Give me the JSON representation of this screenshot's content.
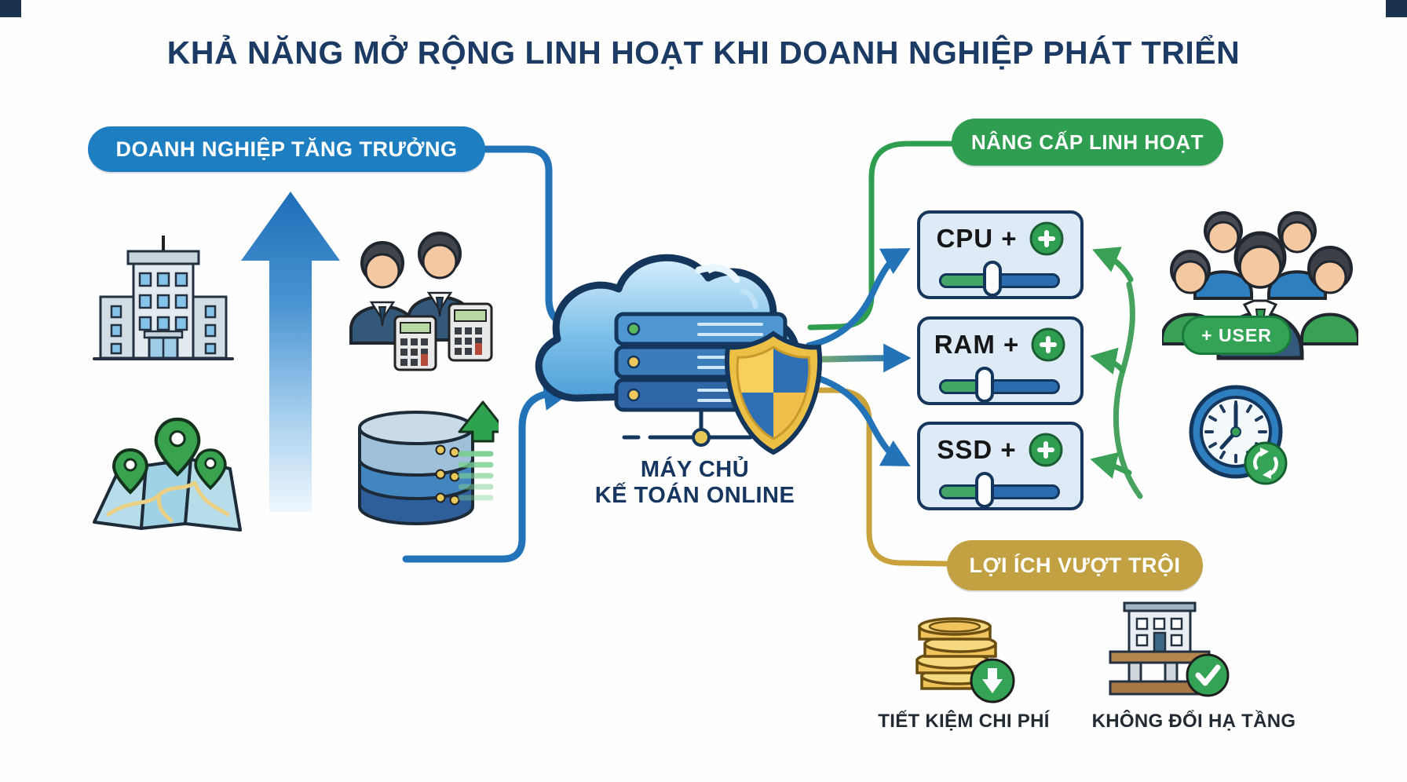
{
  "title": "KHẢ NĂNG MỞ RỘNG LINH HOẠT KHI DOANH NGHIỆP PHÁT TRIỂN",
  "badges": {
    "growth": "DOANH NGHIỆP TĂNG TRƯỞNG",
    "upgrade": "NÂNG CẤP LINH HOẠT",
    "benefits": "LỢI ÍCH VƯỢT TRỘI"
  },
  "server_label": {
    "line1": "MÁY CHỦ",
    "line2": "KẾ TOÁN ONLINE"
  },
  "resources": [
    {
      "label": "CPU +",
      "slider_position": "44%"
    },
    {
      "label": "RAM +",
      "slider_position": "37%"
    },
    {
      "label": "SSD +",
      "slider_position": "37%"
    }
  ],
  "user_badge": "+ USER",
  "benefits": [
    {
      "label": "TIẾT KIỆM CHI PHÍ"
    },
    {
      "label": "KHÔNG ĐỔI HẠ TẦNG"
    }
  ],
  "icons": {
    "left": [
      "office-building-icon",
      "growth-arrow-icon",
      "accountants-calculators-icon",
      "map-pins-icon",
      "database-growth-icon"
    ],
    "center": "cloud-server-shield-icon",
    "right": [
      "team-users-icon",
      "add-user-badge",
      "clock-refresh-icon",
      "plus-circle-icon"
    ],
    "bottom": [
      "coins-savings-icon",
      "building-foundation-check-icon"
    ]
  },
  "colors": {
    "title_navy": "#1b3a64",
    "badge_blue": "#1d7ec2",
    "badge_green": "#2f9e51",
    "badge_gold": "#c2a143",
    "connector_blue": "#2273b8",
    "connector_green": "#46a25e",
    "connector_gold": "#c9a23c",
    "box_bg": "#dfeaf7",
    "box_border": "#16365c",
    "slider_green": "#43a566",
    "slider_blue": "#2b6cae",
    "plus_green": "#2f9e51"
  }
}
